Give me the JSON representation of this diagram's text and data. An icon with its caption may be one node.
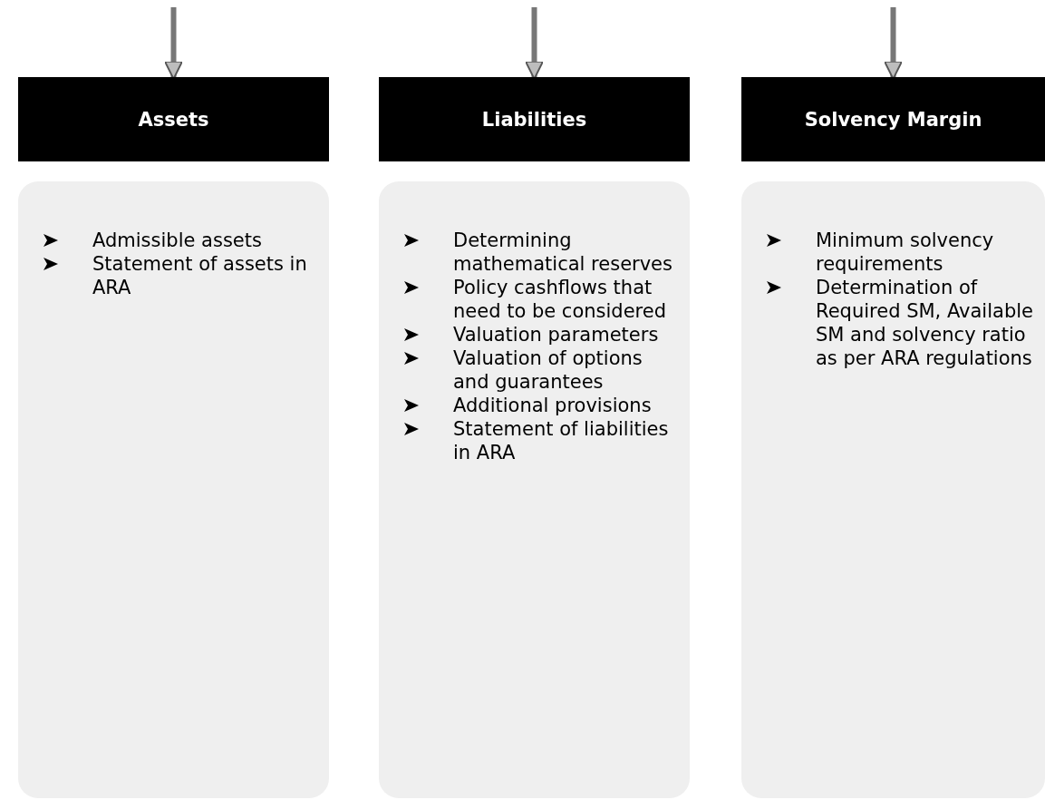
{
  "diagram": {
    "nodes": [
      {
        "text": [
          "Assets"
        ]
      },
      {
        "text": [
          "Liabilities"
        ]
      },
      {
        "text": [
          "Solvency Margin"
        ]
      },
      {
        "text": [
          "Admissible assets",
          "Statement of assets in ARA"
        ]
      },
      {
        "text": [
          "Determining mathematical reserves",
          "Policy cashflows that need to be considered",
          "Valuation parameters",
          "Valuation of options and guarantees",
          "Additional provisions",
          "Statement of liabilities in ARA"
        ]
      },
      {
        "text": [
          "Minimum solvency requirements",
          "Determination of Required SM, Available SM and solvency ratio as per ARA regulations"
        ]
      }
    ],
    "edges": [
      {
        "from": null,
        "to": 0,
        "arrow": "to"
      },
      {
        "from": null,
        "to": 1,
        "arrow": "to"
      },
      {
        "from": null,
        "to": 2,
        "arrow": "to"
      }
    ]
  }
}
